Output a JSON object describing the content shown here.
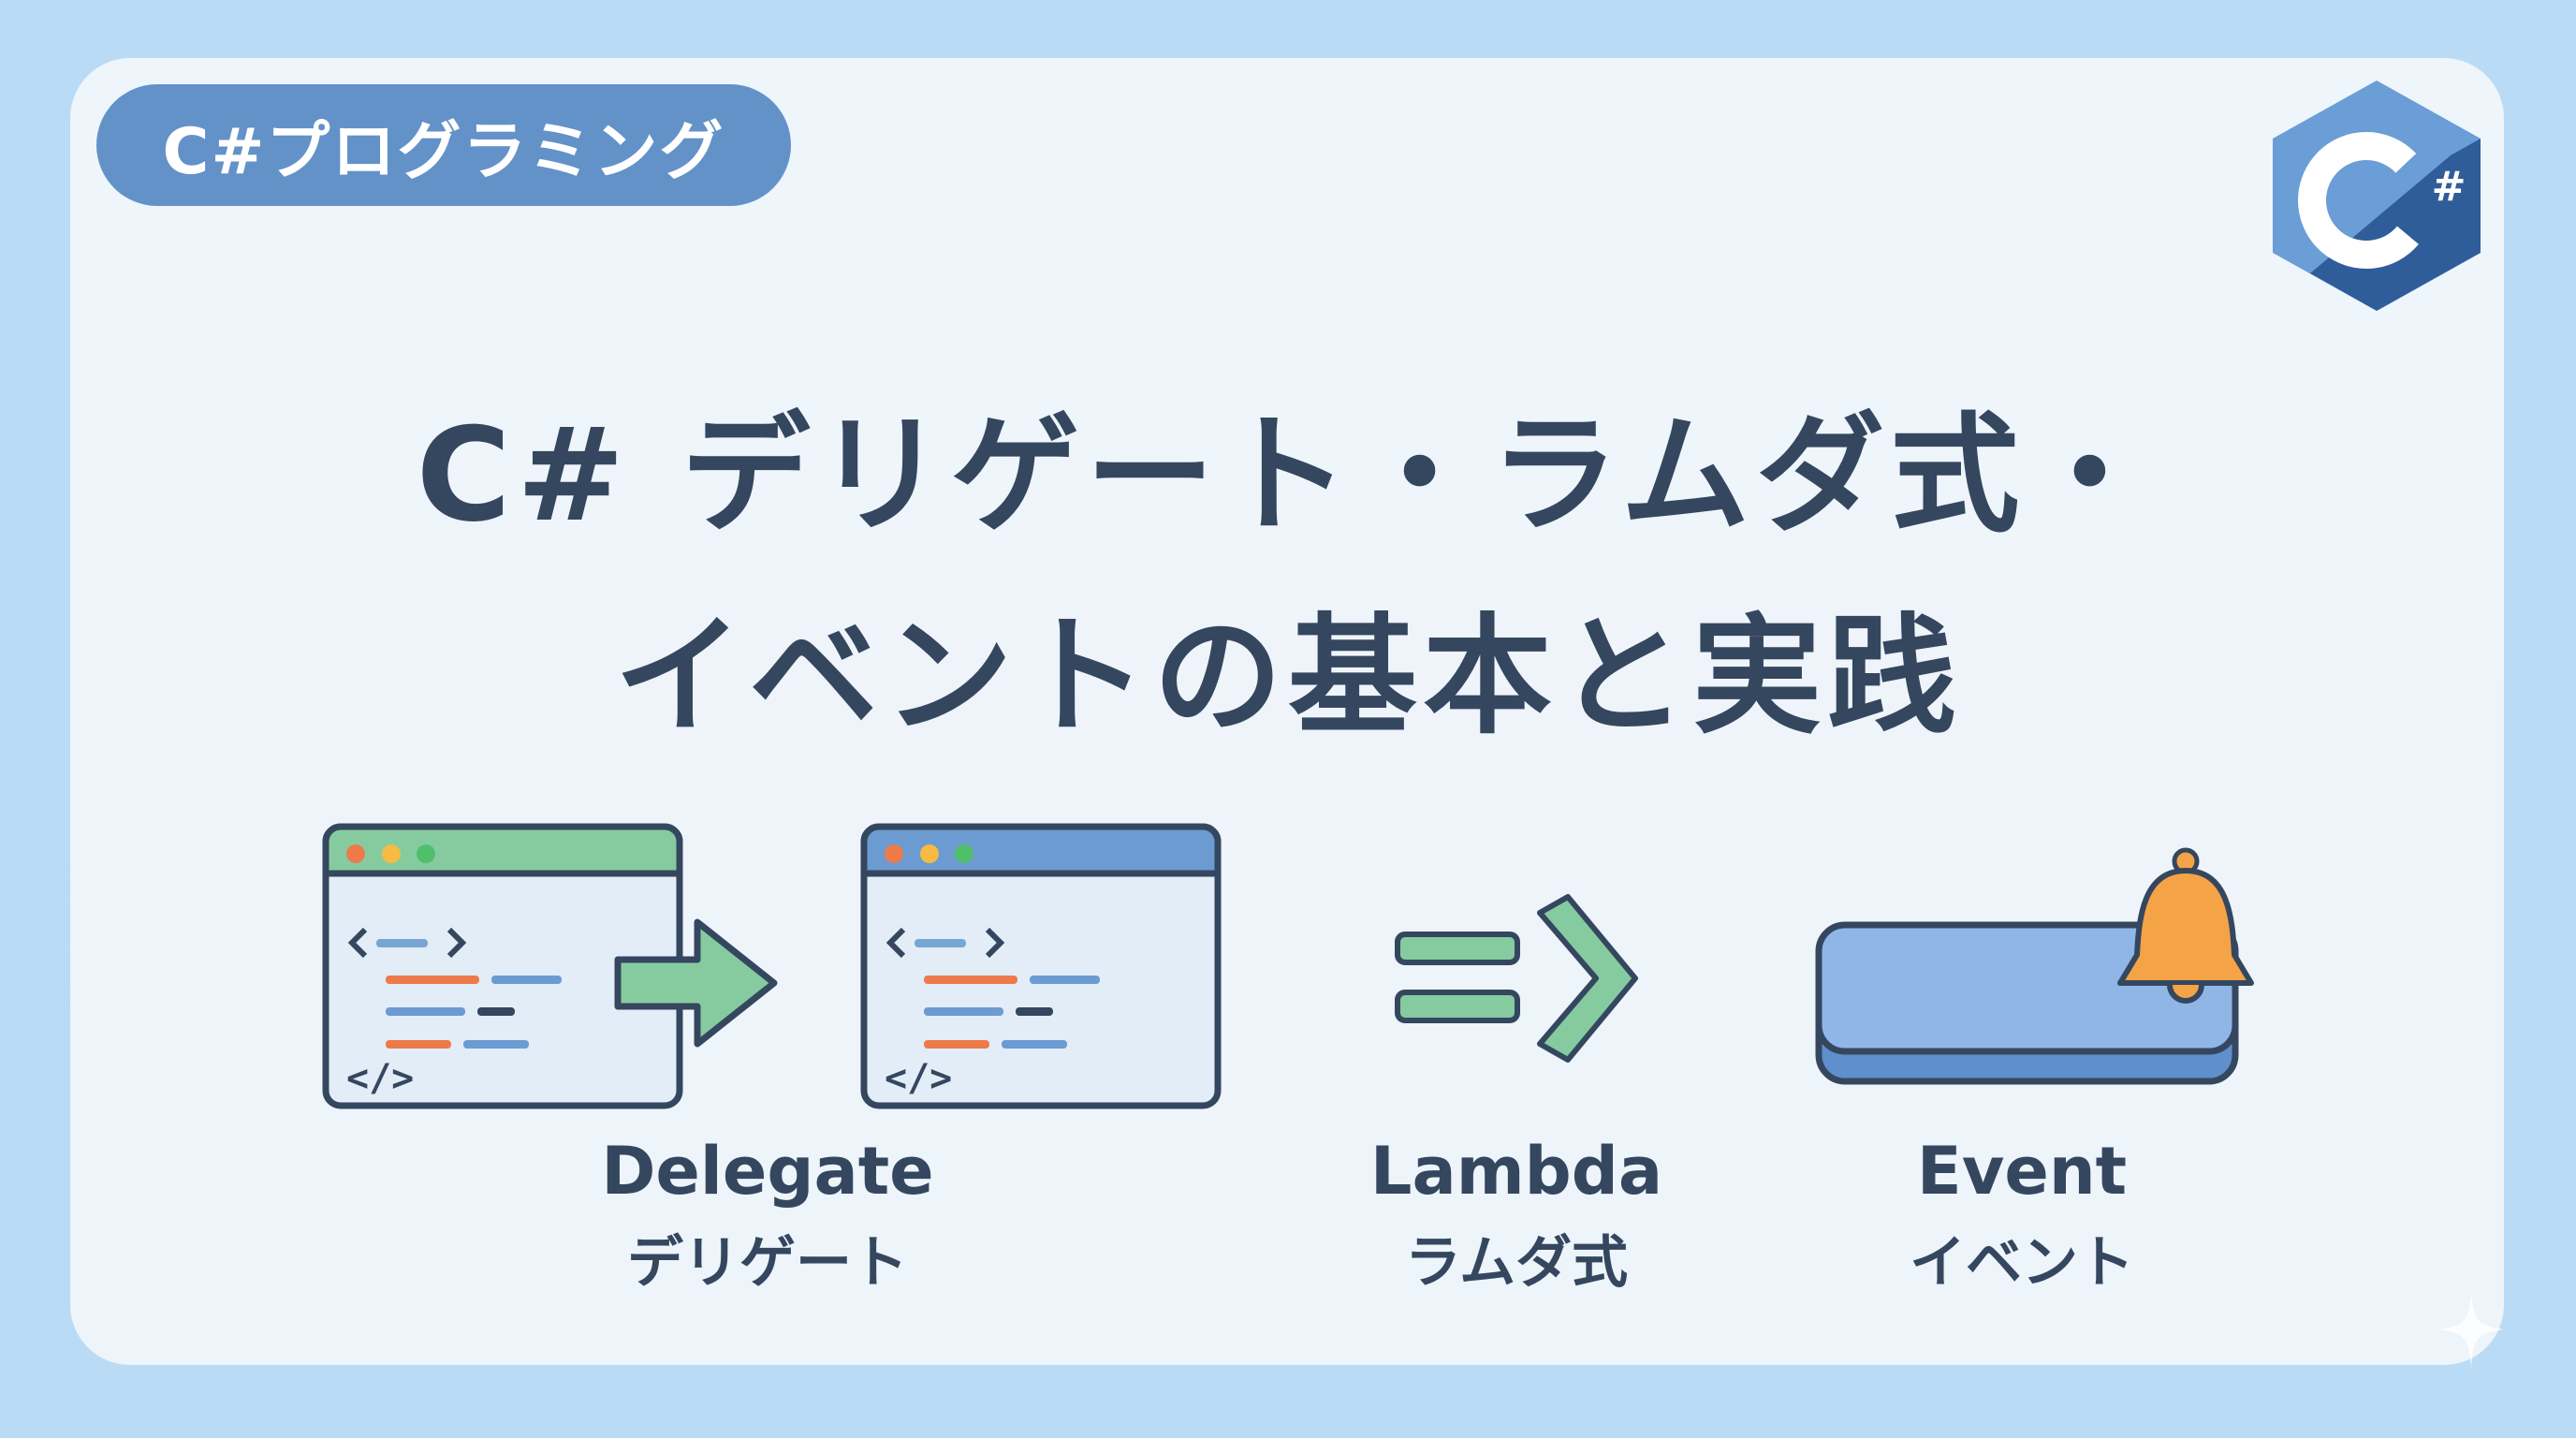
{
  "category_badge": "C#プログラミング",
  "logo": {
    "text": "C#",
    "color": "#4a7bbd"
  },
  "title": {
    "line1": "C# デリゲート・ラムダ式・",
    "line2": "イベントの基本と実践"
  },
  "concepts": [
    {
      "icon": "code-window-transfer-icon",
      "label_en": "Delegate",
      "label_jp": "デリゲート"
    },
    {
      "icon": "lambda-arrow-icon",
      "label_en": "Lambda",
      "label_jp": "ラムダ式"
    },
    {
      "icon": "bell-notification-icon",
      "label_en": "Event",
      "label_jp": "イベント"
    }
  ],
  "colors": {
    "background": "#b9dbf6",
    "card": "#eef5fb",
    "badge": "#6392c9",
    "text": "#35475f",
    "green": "#7fc99a",
    "blue": "#6b9bd1",
    "orange": "#f5a347"
  }
}
